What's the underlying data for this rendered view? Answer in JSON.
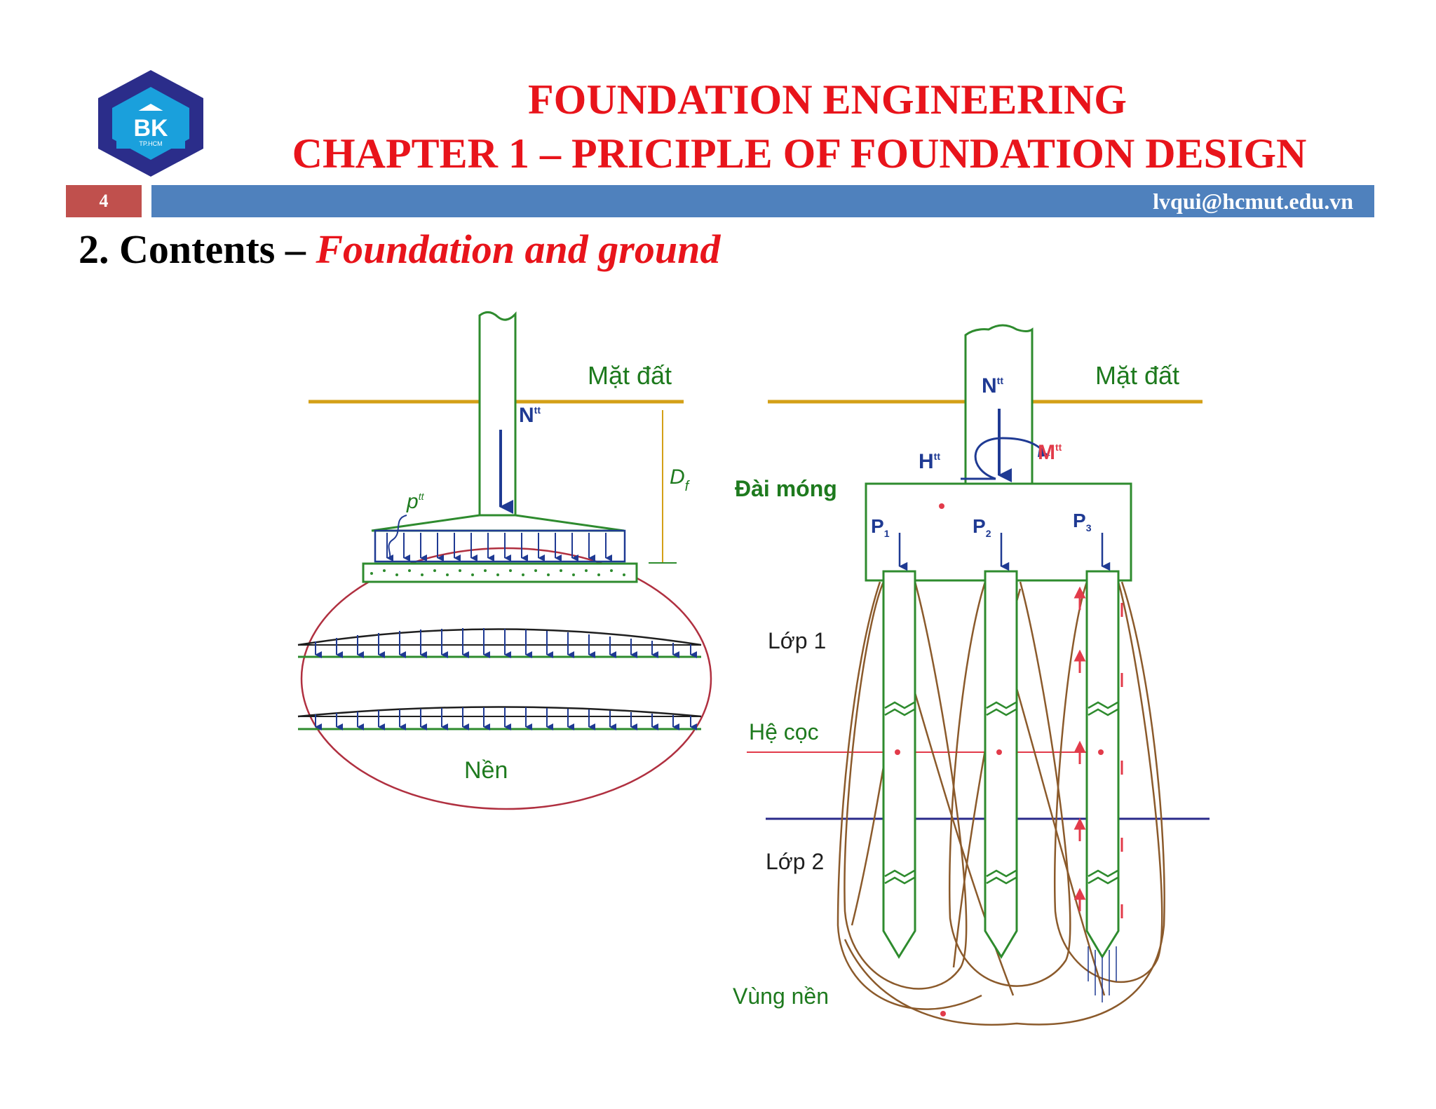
{
  "header": {
    "logo_text": "BK",
    "logo_subtext": "TP.HCM",
    "title_line1": "FOUNDATION ENGINEERING",
    "title_line2": "CHAPTER 1 – PRICIPLE OF FOUNDATION DESIGN",
    "page_number": "4",
    "email": "lvqui@hcmut.edu.vn"
  },
  "section": {
    "number_title": "2. Contents – ",
    "subtitle": "Foundation and ground"
  },
  "diagram_left": {
    "ground_label": "Mặt đất",
    "load_label": "N",
    "load_sup": "tt",
    "depth_label": "D",
    "depth_sub": "f",
    "pressure_label": "p",
    "pressure_sup": "tt",
    "soil_label": "Nền"
  },
  "diagram_right": {
    "ground_label": "Mặt đất",
    "load_label": "N",
    "load_sup": "tt",
    "horizontal_label": "H",
    "horizontal_sup": "tt",
    "moment_label": "M",
    "moment_sup": "tt",
    "cap_label": "Đài móng",
    "pile_loads": [
      {
        "label": "P",
        "sub": "1"
      },
      {
        "label": "P",
        "sub": "2"
      },
      {
        "label": "P",
        "sub": "3"
      }
    ],
    "layer1_label": "Lớp 1",
    "pile_system_label": "Hệ cọc",
    "layer2_label": "Lớp 2",
    "ground_zone_label": "Vùng nền"
  },
  "colors": {
    "title_red": "#e8141b",
    "bar_blue": "#4f81bd",
    "page_box_red": "#c0504d",
    "ground_line": "#d4a017",
    "structure_green": "#2e8b2e",
    "label_green": "#1e7a1e",
    "arrow_blue": "#1f3a93",
    "soil_red": "#b03040",
    "bulb_brown": "#8b5a2b",
    "layer_line_blue": "#2a2a8a",
    "pile_line_red": "#e23b4a"
  }
}
